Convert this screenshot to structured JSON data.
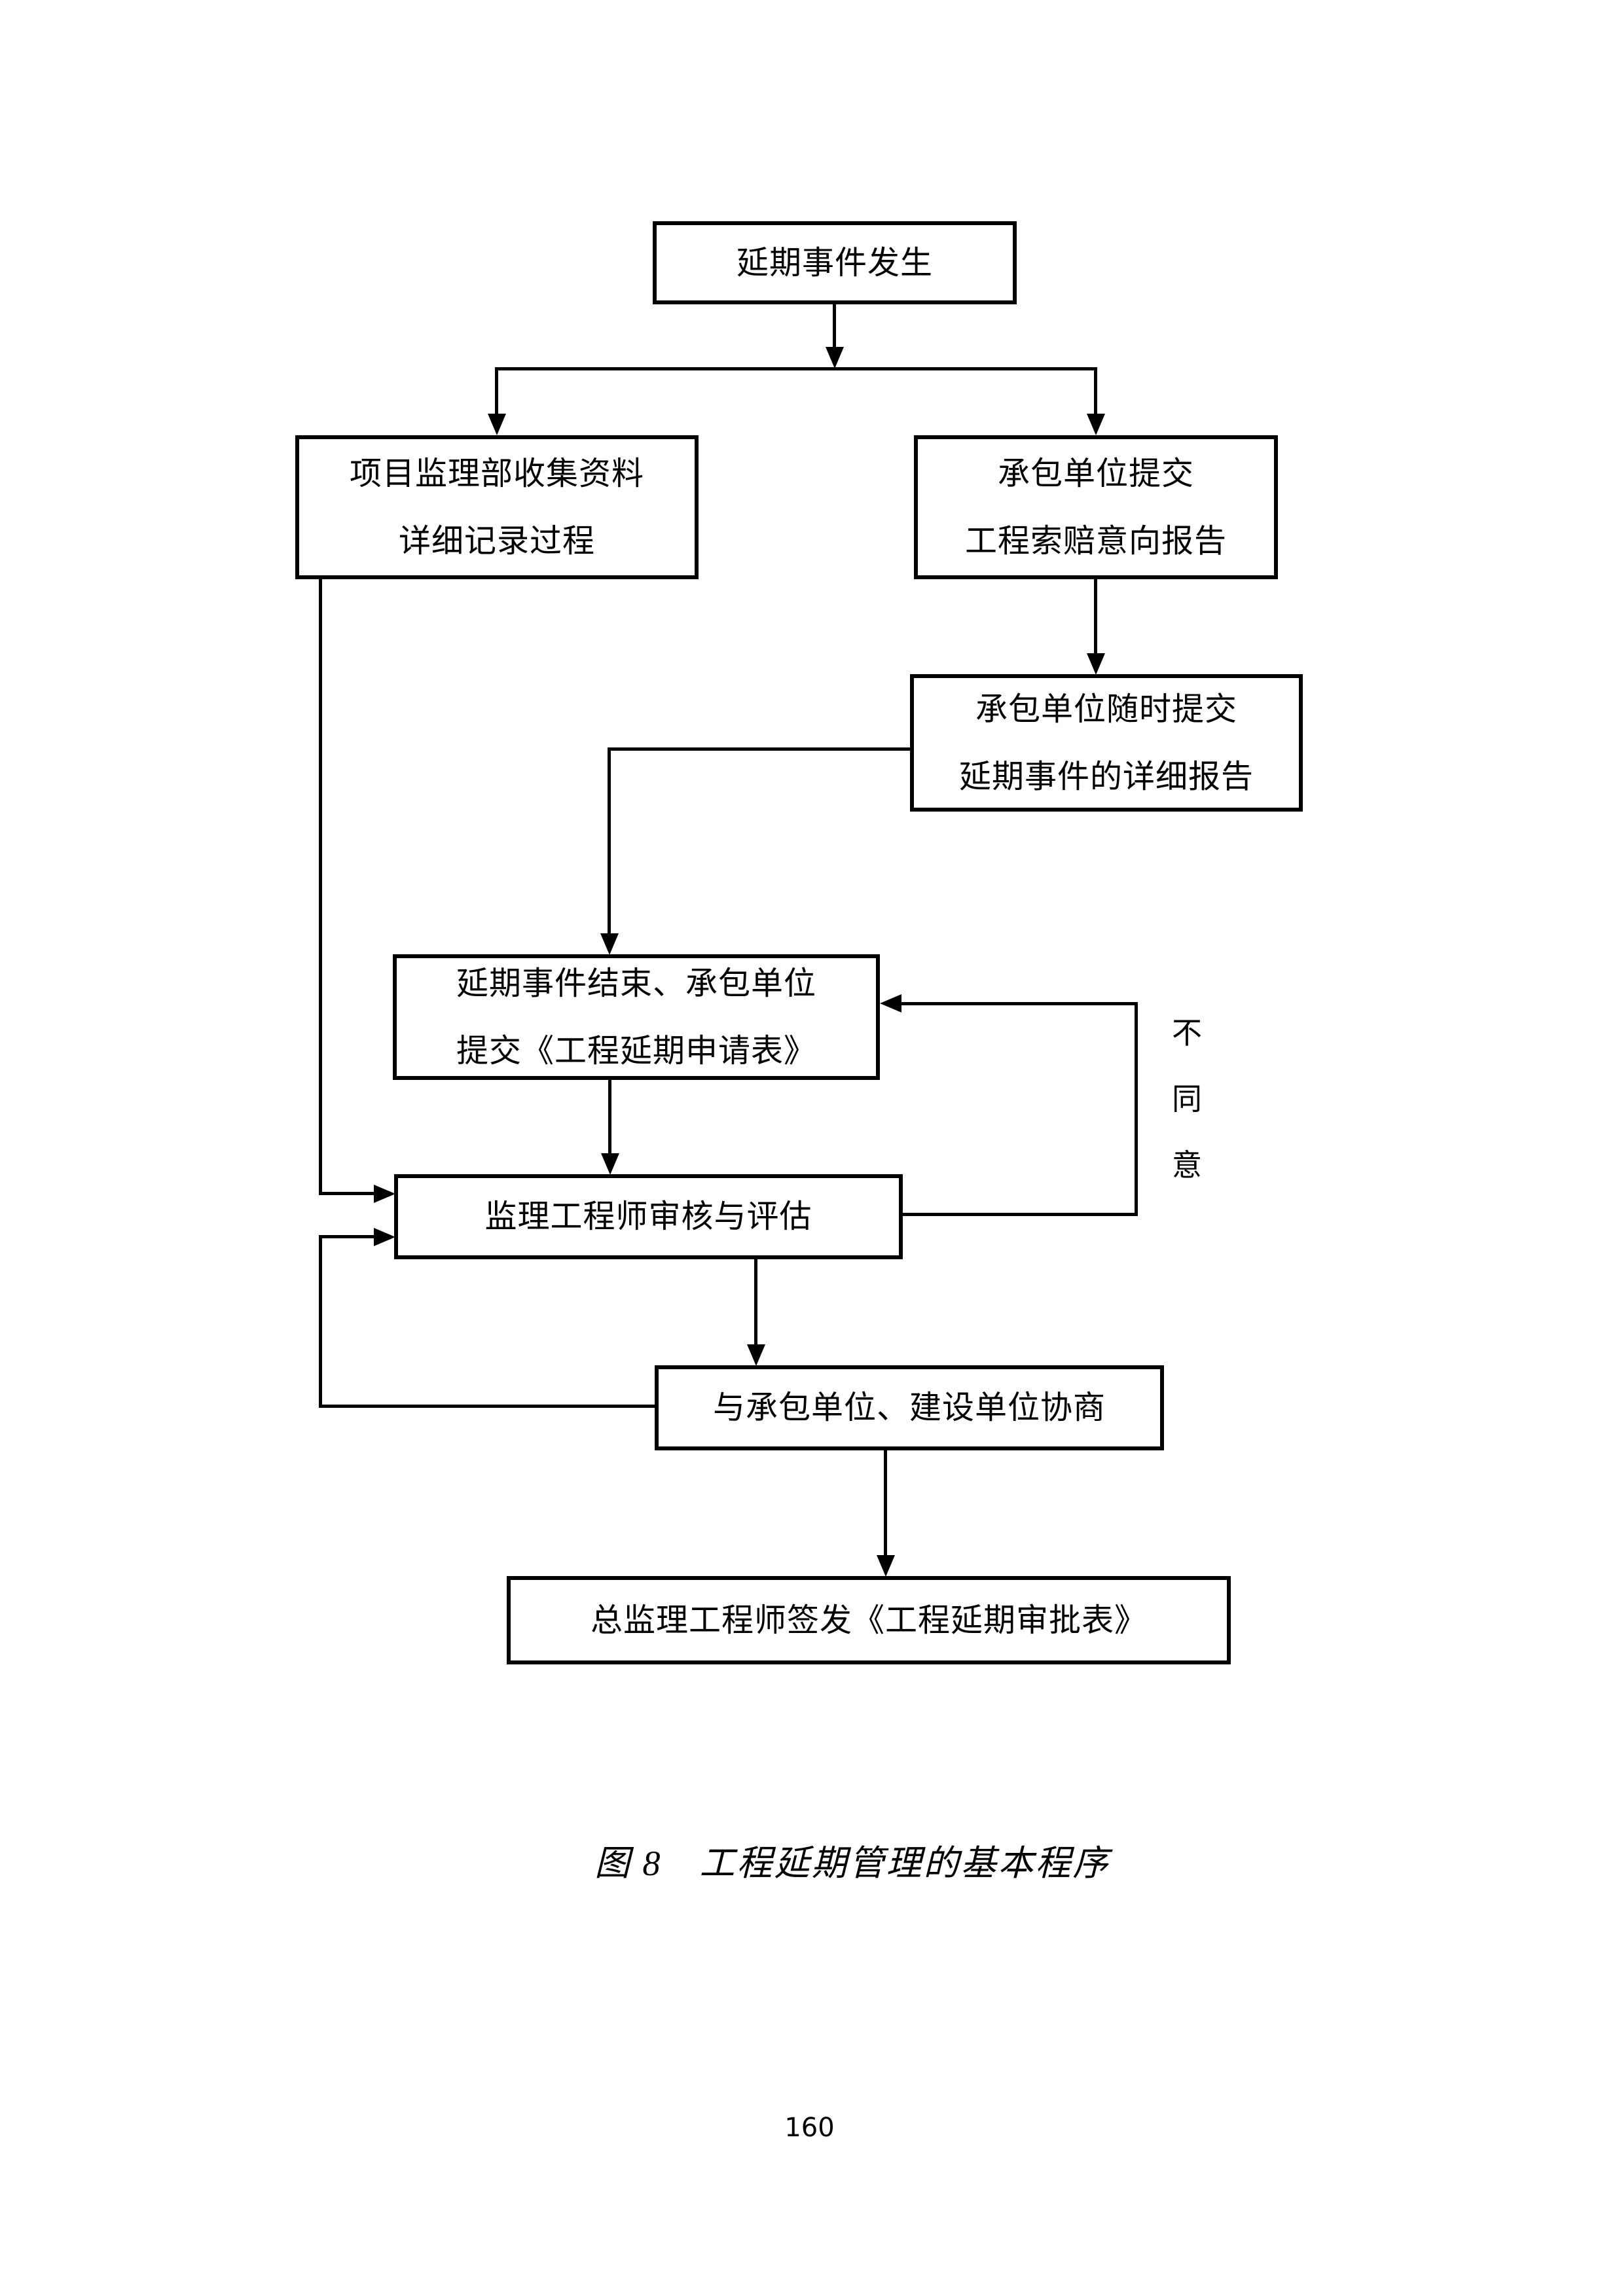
{
  "figure": {
    "nodes": {
      "start": {
        "label": "延期事件发生"
      },
      "collect": {
        "line1": "项目监理部收集资料",
        "line2": "详细记录过程"
      },
      "claim": {
        "line1": "承包单位提交",
        "line2": "工程索赔意向报告"
      },
      "detail": {
        "line1": "承包单位随时提交",
        "line2": "延期事件的详细报告"
      },
      "end_event": {
        "line1": "延期事件结束、承包单位",
        "line2": "提交《工程延期申请表》"
      },
      "review": {
        "label": "监理工程师审核与评估"
      },
      "consult": {
        "label": "与承包单位、建设单位协商"
      },
      "issue": {
        "label": "总监理工程师签发《工程延期审批表》"
      }
    },
    "edge_labels": {
      "disagree_chars": [
        "不",
        "同",
        "意"
      ]
    },
    "caption": "图 8　工程延期管理的基本程序",
    "line_color": "#000000",
    "background_color": "#ffffff"
  },
  "page": {
    "number": "160"
  }
}
